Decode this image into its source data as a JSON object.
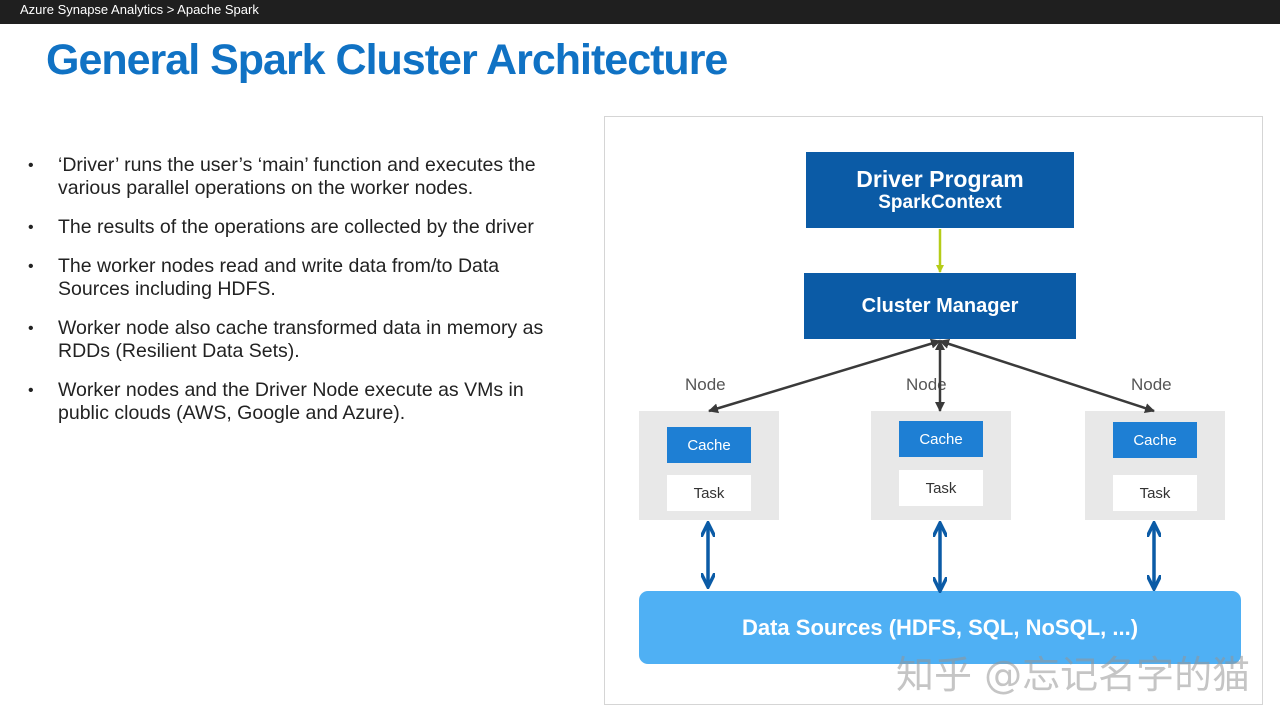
{
  "header": {
    "breadcrumb": "Azure Synapse Analytics > Apache Spark"
  },
  "slide": {
    "title": "General Spark Cluster Architecture",
    "bullet_symbol": "•",
    "bullets": [
      "‘Driver’ runs the user’s ‘main’ function and executes the various parallel operations on the worker nodes.",
      "The results of the operations are collected by the driver",
      "The worker nodes read and write data from/to Data Sources including HDFS.",
      "Worker node also cache transformed data in memory as RDDs (Resilient Data Sets).",
      "Worker nodes and the Driver Node execute as VMs in public clouds (AWS, Google and Azure)."
    ]
  },
  "diagram": {
    "driver": {
      "title": "Driver Program",
      "subtitle": "SparkContext"
    },
    "cluster_manager": "Cluster Manager",
    "nodes": [
      {
        "label": "Node",
        "cache": "Cache",
        "task": "Task"
      },
      {
        "label": "Node",
        "cache": "Cache",
        "task": "Task"
      },
      {
        "label": "Node",
        "cache": "Cache",
        "task": "Task"
      }
    ],
    "data_sources": "Data Sources (HDFS, SQL, NoSQL, ...)",
    "colors": {
      "dark_blue": "#0b5ba6",
      "cache_blue": "#1e7fd4",
      "data_source_blue": "#4fb0f4",
      "node_gray": "#e8e8e8",
      "driver_arrow": "#b5cc18",
      "arrow_dark": "#3a3a3a",
      "io_arrow": "#0b5ba6"
    }
  },
  "watermark": "知乎 @忘记名字的猫"
}
